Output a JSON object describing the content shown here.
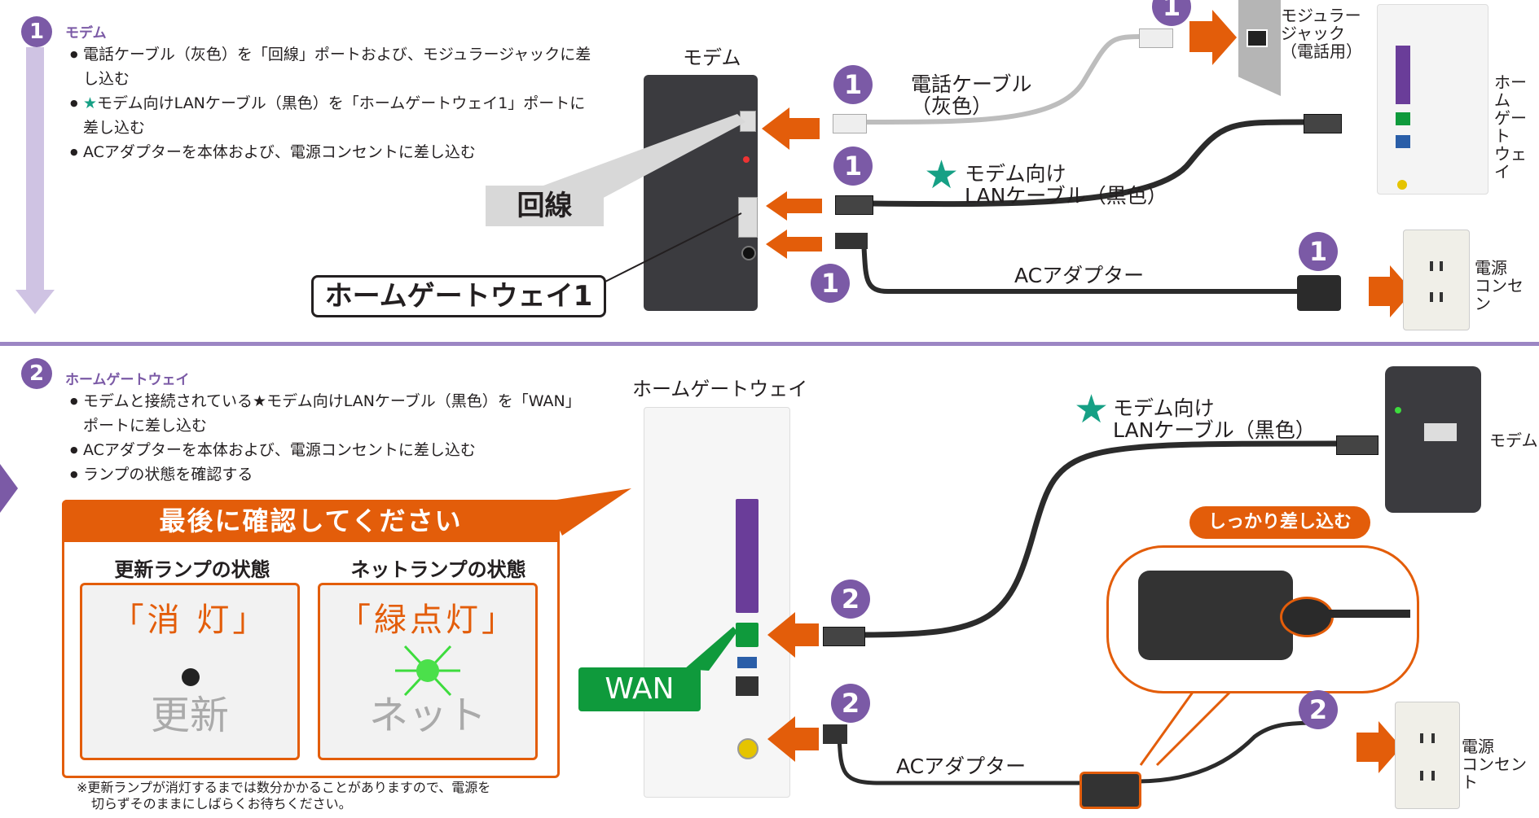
{
  "section1": {
    "number": "1",
    "title": "モデム",
    "bullets": [
      "電話ケーブル（灰色）を「回線」ポートおよび、モジュラージャックに差し込む",
      "モデム向けLANケーブル（黒色）を「ホームゲートウェイ1」ポートに差し込む",
      "ACアダプターを本体および、電源コンセントに差し込む"
    ],
    "bullet2_star": "★",
    "diagram": {
      "modem_label": "モデム",
      "port_line_label": "回線",
      "port_hg_label": "ホームゲートウェイ1",
      "phone_cable_label_1": "電話ケーブル",
      "phone_cable_label_2": "（灰色）",
      "lan_cable_star": "★",
      "lan_cable_label_1": "モデム向け",
      "lan_cable_label_2": "LANケーブル（黒色）",
      "ac_adapter_label": "ACアダプター",
      "jack_label_1": "モジュラー",
      "jack_label_2": "ジャック",
      "jack_label_3": "（電話用）",
      "homegw_label_1": "ホーム",
      "homegw_label_2": "ゲート",
      "homegw_label_3": "ウェイ",
      "outlet_label_1": "電源",
      "outlet_label_2": "コンセン",
      "step_badge": "1"
    }
  },
  "section2": {
    "number": "2",
    "title": "ホームゲートウェイ",
    "bullets": [
      "モデムと接続されている★モデム向けLANケーブル（黒色）を「WAN」ポートに差し込む",
      "ACアダプターを本体および、電源コンセントに差し込む",
      "ランプの状態を確認する"
    ],
    "confirm_box": {
      "header": "最後に確認してください",
      "update_title": "更新ランプの状態",
      "net_title": "ネットランプの状態",
      "update_state": "「消 灯」",
      "net_state": "「緑点灯」",
      "update_lamp_name": "更新",
      "net_lamp_name": "ネット"
    },
    "note_1": "※更新ランプが消灯するまでは数分かかることがありますので、電源を",
    "note_2": "切らずそのままにしばらくお待ちください。",
    "diagram": {
      "homegw_label": "ホームゲートウェイ",
      "wan_label": "WAN",
      "lan_cable_star": "★",
      "lan_cable_label_1": "モデム向け",
      "lan_cable_label_2": "LANケーブル（黒色）",
      "modem_label": "モデム",
      "insert_firmly": "しっかり差し込む",
      "ac_adapter_label": "ACアダプター",
      "outlet_label_1": "電源",
      "outlet_label_2": "コンセント",
      "step_badge": "2"
    }
  },
  "colors": {
    "purple": "#7b5aa6",
    "orange": "#e35d0a",
    "green": "#0f9a3c",
    "star_teal": "#16a085"
  }
}
